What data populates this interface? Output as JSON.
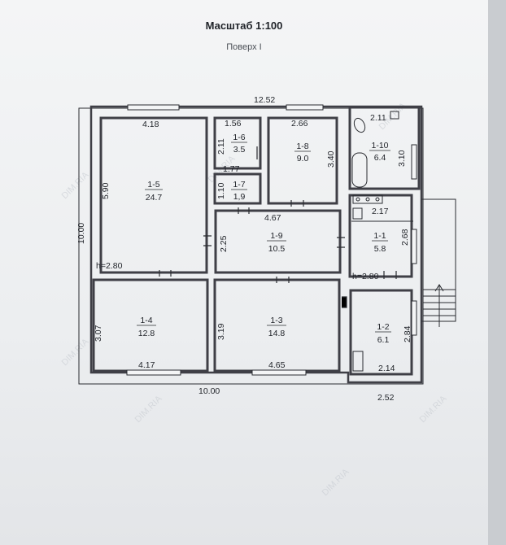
{
  "header": {
    "scale": "Масштаб 1:100",
    "floor": "Поверх I"
  },
  "watermark": "DIM.RIA",
  "rooms": [
    {
      "id": "1-5",
      "area": "24.7"
    },
    {
      "id": "1-6",
      "area": "3.5"
    },
    {
      "id": "1-7",
      "area": "1,9"
    },
    {
      "id": "1-8",
      "area": "9.0"
    },
    {
      "id": "1-10",
      "area": "6.4"
    },
    {
      "id": "1-9",
      "area": "10.5"
    },
    {
      "id": "1-1",
      "area": "5.8"
    },
    {
      "id": "1-4",
      "area": "12.8"
    },
    {
      "id": "1-3",
      "area": "14.8"
    },
    {
      "id": "1-2",
      "area": "6.1"
    }
  ],
  "dimensions": {
    "overall_width": "12.52",
    "overall_height": "10.00",
    "bottom_main": "10.00",
    "bottom_ext": "2.52",
    "r15_width": "4.18",
    "r15_height": "5.90",
    "r16_width": "1.56",
    "r16_height": "2.11",
    "r17_width": "1.77",
    "r17_height": "1.10",
    "r18_width": "2.66",
    "r18_height": "3.40",
    "r110_width": "2.11",
    "r110_height": "3.10",
    "r19_width": "4.67",
    "r19_height": "2.25",
    "r11_width": "2.17",
    "r11_height": "2.68",
    "r14_height": "3.07",
    "r14_width": "4.17",
    "r13_height": "3.19",
    "r13_width": "4.65",
    "r12_height": "2.84",
    "r12_width": "2.14",
    "ceiling_main": "h=2.80",
    "ceiling_ext": "h=2.80"
  },
  "colors": {
    "wall": "#3f3f46",
    "line": "#2a2c31",
    "paper": "#f1f2f4"
  }
}
